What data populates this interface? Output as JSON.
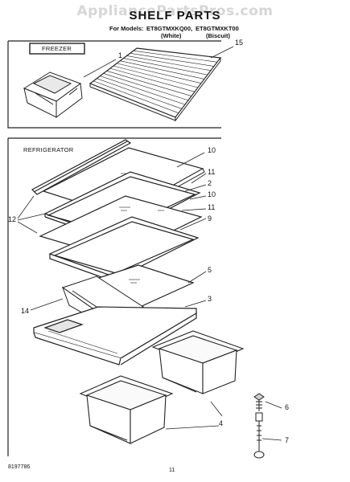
{
  "watermark": "AppliancePartsPros.com",
  "title": "SHELF PARTS",
  "models": {
    "prefix": "For Models:",
    "model_a": "ET8GTMXKQ00,",
    "model_b": "ET8GTMXKT00",
    "color_a": "(White)",
    "color_b": "(Biscuit)"
  },
  "sections": {
    "freezer": "FREEZER",
    "refrigerator": "REFRIGERATOR"
  },
  "callouts": {
    "c1": "1",
    "c15": "15",
    "c10a": "10",
    "c11a": "11",
    "c2": "2",
    "c10b": "10",
    "c11b": "11",
    "c9": "9",
    "c12": "12",
    "c5": "5",
    "c3": "3",
    "c14": "14",
    "c6": "6",
    "c4": "4",
    "c7": "7"
  },
  "footer": {
    "doc_number": "8197786",
    "page_number": "11"
  }
}
